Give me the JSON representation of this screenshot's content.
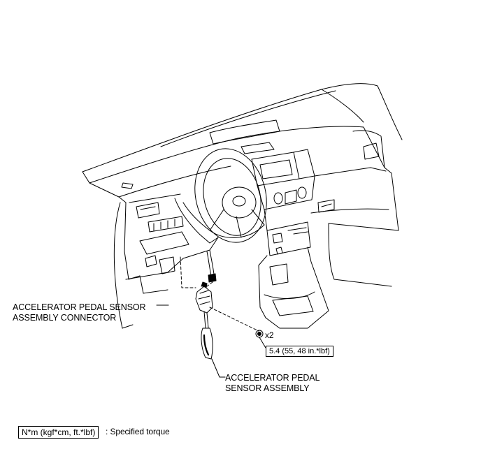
{
  "callouts": {
    "connector": {
      "line1": "ACCELERATOR PEDAL SENSOR",
      "line2": "ASSEMBLY CONNECTOR"
    },
    "assembly": {
      "line1": "ACCELERATOR PEDAL",
      "line2": "SENSOR ASSEMBLY"
    },
    "bolt_qty": "x2",
    "torque": "5.4 (55, 48 in.*lbf)"
  },
  "legend": {
    "unit_box": "N*m (kgf*cm, ft.*lbf)",
    "description": ": Specified torque"
  }
}
